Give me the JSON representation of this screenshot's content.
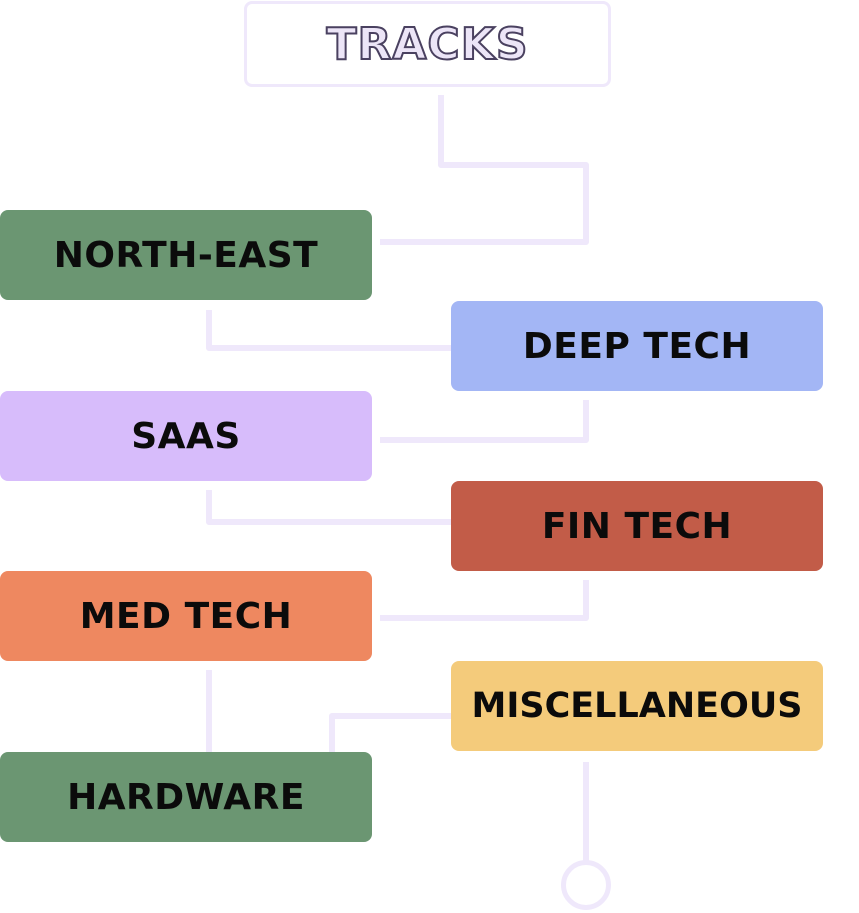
{
  "title": "TRACKS",
  "tracks": [
    {
      "label": "NORTH-EAST",
      "color": "#6b9672"
    },
    {
      "label": "DEEP TECH",
      "color": "#a3b6f5"
    },
    {
      "label": "SAAS",
      "color": "#d7bcfb"
    },
    {
      "label": "FIN TECH",
      "color": "#c25c48"
    },
    {
      "label": "MED TECH",
      "color": "#ee8860"
    },
    {
      "label": "MISCELLANEOUS",
      "color": "#f4cb7b"
    },
    {
      "label": "HARDWARE",
      "color": "#6b9672"
    }
  ],
  "connector_color": "#efe8fb"
}
